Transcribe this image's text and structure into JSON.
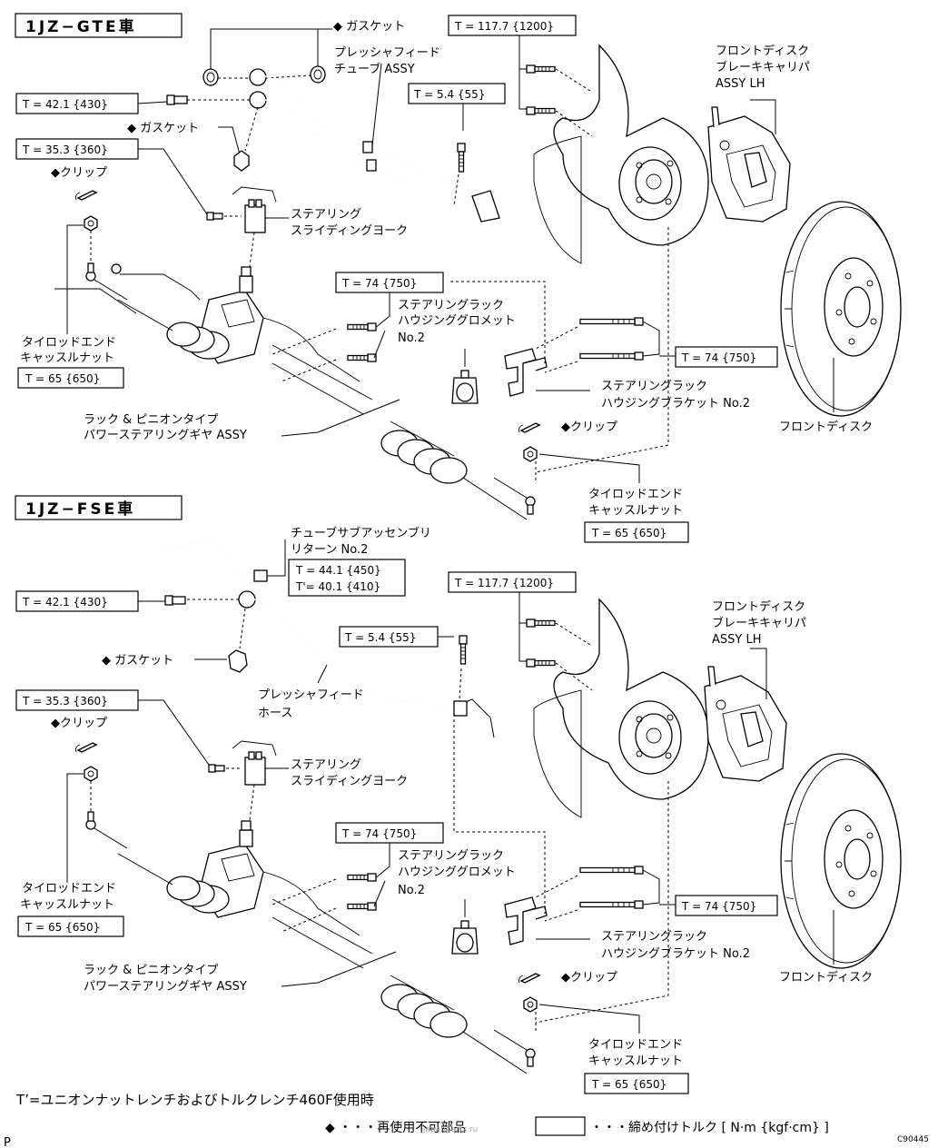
{
  "section_gte": {
    "title": "1JZ−GTE車",
    "labels": {
      "gasket_top": "◆ ガスケット",
      "pressure_feed_tube": [
        "プレッシャフィード",
        "チューブ ASSY"
      ],
      "gasket_mid": "◆ ガスケット",
      "clip": "◆クリップ",
      "sliding_yoke": [
        "ステアリング",
        "スライディングヨーク"
      ],
      "tie_rod_nut_left": [
        "タイロッドエンド",
        "キャッスルナット"
      ],
      "rack_pinion": [
        "ラック & ピニオンタイプ",
        "パワーステアリングギヤ ASSY"
      ],
      "grommet": [
        "ステアリングラック",
        "ハウジンググロメット",
        "No.2"
      ],
      "bracket": [
        "ステアリングラック",
        "ハウジングブラケット No.2"
      ],
      "clip_right": "◆クリップ",
      "tie_rod_nut_right": [
        "タイロッドエンド",
        "キャッスルナット"
      ],
      "caliper": [
        "フロントディスク",
        "ブレーキキャリパ",
        "ASSY LH"
      ],
      "disc": "フロントディスク"
    },
    "torques": {
      "t1177": "T = 117.7 {1200}",
      "t421": "T = 42.1 {430}",
      "t54": "T = 5.4 {55}",
      "t353": "T = 35.3 {360}",
      "t74_grommet": "T = 74 {750}",
      "t74_bracket": "T = 74 {750}",
      "t65_left": "T = 65 {650}",
      "t65_right": "T = 65 {650}"
    }
  },
  "section_fse": {
    "title": "1JZ−FSE車",
    "labels": {
      "return_tube": [
        "チューブサブアッセンブリ",
        "リターン No.2"
      ],
      "gasket": "◆ ガスケット",
      "pressure_feed_hose": [
        "プレッシャフィード",
        "ホース"
      ],
      "clip": "◆クリップ",
      "sliding_yoke": [
        "ステアリング",
        "スライディングヨーク"
      ],
      "tie_rod_nut_left": [
        "タイロッドエンド",
        "キャッスルナット"
      ],
      "rack_pinion": [
        "ラック & ピニオンタイプ",
        "パワーステアリングギヤ ASSY"
      ],
      "grommet": [
        "ステアリングラック",
        "ハウジンググロメット",
        "No.2"
      ],
      "bracket": [
        "ステアリングラック",
        "ハウジングブラケット No.2"
      ],
      "clip_right": "◆クリップ",
      "tie_rod_nut_right": [
        "タイロッドエンド",
        "キャッスルナット"
      ],
      "caliper": [
        "フロントディスク",
        "ブレーキキャリパ",
        "ASSY LH"
      ],
      "disc": "フロントディスク"
    },
    "torques": {
      "t441": "T = 44.1 {450}",
      "t401": "T'= 40.1 {410}",
      "t1177": "T = 117.7 {1200}",
      "t421": "T = 42.1 {430}",
      "t54": "T = 5.4 {55}",
      "t353": "T = 35.3 {360}",
      "t74_grommet": "T = 74 {750}",
      "t74_bracket": "T = 74 {750}",
      "t65_left": "T = 65 {650}",
      "t65_right": "T = 65 {650}"
    }
  },
  "footer": {
    "note": "T’=ユニオンナットレンチおよびトルクレンチ460F使用時",
    "legend_nonreusable": "◆ ・・・再使用不可部品",
    "legend_torque": "・・・締め付けトルク [ N·m {kgf·cm} ]",
    "page_mark": "P",
    "figure_code": "C90445",
    "watermark": "japanparts.ru"
  }
}
